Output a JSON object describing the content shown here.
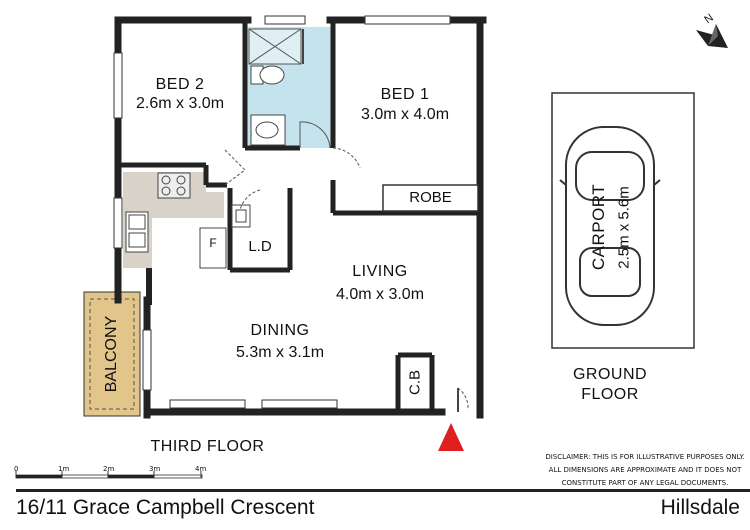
{
  "rooms": {
    "bed2": {
      "name": "BED 2",
      "dims": "2.6m x 3.0m"
    },
    "bed1": {
      "name": "BED 1",
      "dims": "3.0m x 4.0m"
    },
    "living": {
      "name": "LIVING",
      "dims": "4.0m x 3.0m"
    },
    "dining": {
      "name": "DINING",
      "dims": "5.3m x 3.1m"
    },
    "robe": "ROBE",
    "laundry": "L.D",
    "fridge": "F",
    "cupboard": "C.B",
    "balcony": "BALCONY",
    "carport": {
      "name": "CARPORT",
      "dims": "2.5m x 5.6m"
    }
  },
  "levels": {
    "third_floor": "THIRD FLOOR",
    "ground_floor_line1": "GROUND",
    "ground_floor_line2": "FLOOR"
  },
  "scale_bar": {
    "labels": [
      "0",
      "1m",
      "2m",
      "3m",
      "4m"
    ]
  },
  "compass": {
    "label": "N"
  },
  "disclaimer": {
    "line1": "DISCLAIMER: THIS IS FOR ILLUSTRATIVE PURPOSES ONLY.",
    "line2": "ALL DIMENSIONS ARE APPROXIMATE AND IT DOES NOT",
    "line3": "CONSTITUTE PART OF ANY LEGAL DOCUMENTS."
  },
  "footer": {
    "address": "16/11 Grace Campbell Crescent",
    "suburb": "Hillsdale"
  },
  "colors": {
    "wall": "#222222",
    "bathroom": "#c5e3ec",
    "kitchen": "#d9d2c8",
    "balcony": "#e2c58a",
    "entry_arrow": "#e02020"
  }
}
